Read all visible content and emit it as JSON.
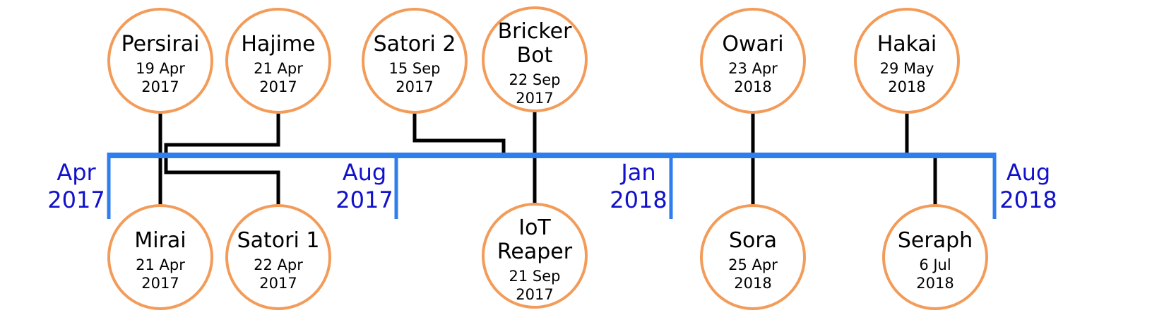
{
  "colors": {
    "timeline": "#2f7eed",
    "period_label": "#1111cc",
    "node_stroke": "#f39c5a",
    "connector": "#000000",
    "text": "#000000"
  },
  "periods": [
    {
      "id": "p-apr-2017",
      "line1": "Apr",
      "line2": "2017"
    },
    {
      "id": "p-aug-2017",
      "line1": "Aug",
      "line2": "2017"
    },
    {
      "id": "p-jan-2018",
      "line1": "Jan",
      "line2": "2018"
    },
    {
      "id": "p-aug-2018",
      "line1": "Aug",
      "line2": "2018"
    }
  ],
  "events": [
    {
      "id": "persirai",
      "name": [
        "Persirai"
      ],
      "date": "19 Apr",
      "year": "2017",
      "side": "top"
    },
    {
      "id": "hajime",
      "name": [
        "Hajime"
      ],
      "date": "21 Apr",
      "year": "2017",
      "side": "top"
    },
    {
      "id": "satori-2",
      "name": [
        "Satori 2"
      ],
      "date": "15 Sep",
      "year": "2017",
      "side": "top"
    },
    {
      "id": "bricker-bot",
      "name": [
        "Bricker",
        "Bot"
      ],
      "date": "22 Sep",
      "year": "2017",
      "side": "top"
    },
    {
      "id": "owari",
      "name": [
        "Owari"
      ],
      "date": "23 Apr",
      "year": "2018",
      "side": "top"
    },
    {
      "id": "hakai",
      "name": [
        "Hakai"
      ],
      "date": "29 May",
      "year": "2018",
      "side": "top"
    },
    {
      "id": "mirai",
      "name": [
        "Mirai"
      ],
      "date": "21 Apr",
      "year": "2017",
      "side": "bottom"
    },
    {
      "id": "satori-1",
      "name": [
        "Satori 1"
      ],
      "date": "22 Apr",
      "year": "2017",
      "side": "bottom"
    },
    {
      "id": "iot-reaper",
      "name": [
        "IoT",
        "Reaper"
      ],
      "date": "21 Sep",
      "year": "2017",
      "side": "bottom"
    },
    {
      "id": "sora",
      "name": [
        "Sora"
      ],
      "date": "25 Apr",
      "year": "2018",
      "side": "bottom"
    },
    {
      "id": "seraph",
      "name": [
        "Seraph"
      ],
      "date": "6 Jul",
      "year": "2018",
      "side": "bottom"
    }
  ]
}
